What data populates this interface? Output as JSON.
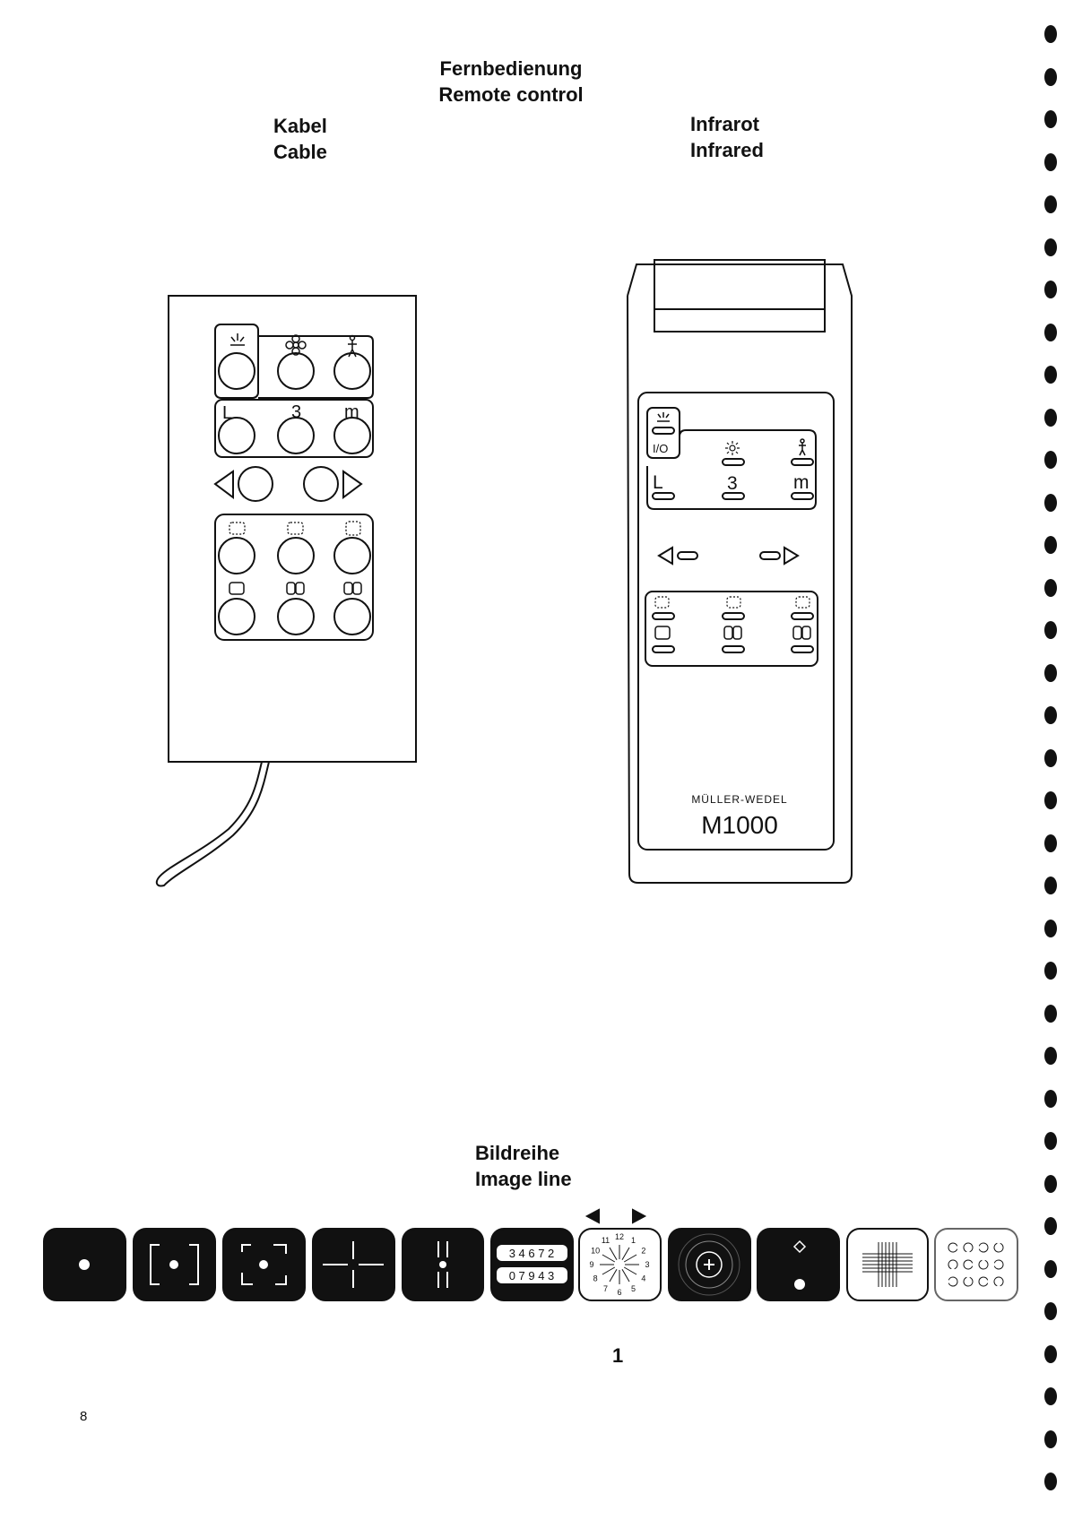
{
  "title": {
    "de": "Fernbedienung",
    "en": "Remote control"
  },
  "cable": {
    "de": "Kabel",
    "en": "Cable"
  },
  "infrared": {
    "de": "Infrarot",
    "en": "Infrared"
  },
  "cable_remote": {
    "row2_labels": [
      "L",
      "3",
      "m"
    ]
  },
  "ir_remote": {
    "power_label": "I/O",
    "row2_labels": [
      "L",
      "3",
      "m"
    ],
    "brand": "MÜLLER-WEDEL",
    "model": "M1000"
  },
  "image_line": {
    "de": "Bildreihe",
    "en": "Image line",
    "number_row1": "3 4 6 7 2",
    "number_row2": "0 7 9 4 3",
    "clock_numbers": [
      "12",
      "1",
      "2",
      "3",
      "4",
      "5",
      "6",
      "7",
      "8",
      "9",
      "10",
      "11"
    ]
  },
  "figure_number": "1",
  "page_number": "8"
}
